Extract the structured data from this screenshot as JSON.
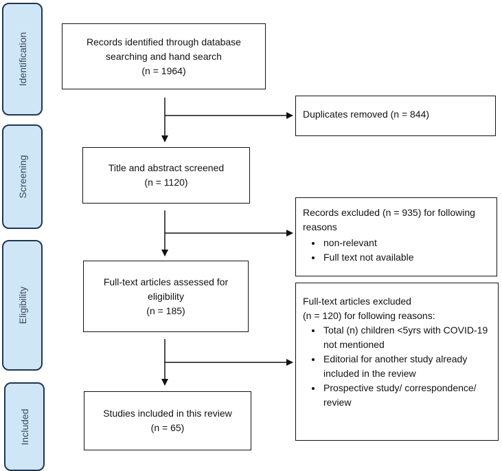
{
  "stages": [
    {
      "key": "identification",
      "label": "Identification"
    },
    {
      "key": "screening",
      "label": "Screening"
    },
    {
      "key": "eligibility",
      "label": "Eligibility"
    },
    {
      "key": "included",
      "label": "Included"
    }
  ],
  "main_boxes": {
    "identified": {
      "line1": "Records identified through database",
      "line2": "searching and hand search",
      "line3": "(n = 1964)"
    },
    "screened": {
      "line1": "Title and abstract screened",
      "line2": "(n = 1120)"
    },
    "fulltext": {
      "line1": "Full-text articles assessed for",
      "line2": "eligibility",
      "line3": "(n = 185)"
    },
    "included": {
      "line1": "Studies included in this review",
      "line2": "(n = 65)"
    }
  },
  "side_boxes": {
    "duplicates": {
      "text": "Duplicates removed (n = 844)"
    },
    "records_excluded": {
      "line1": "Records excluded (n = 935) for following",
      "line2": "reasons",
      "reasons": [
        "non-relevant",
        "Full text not available"
      ]
    },
    "fulltext_excluded": {
      "line1": "Full-text articles excluded",
      "line2": "(n = 120) for following reasons:",
      "reasons": [
        "Total (n) children <5yrs with COVID-19 not mentioned",
        "Editorial for another study already included in the review",
        "Prospective study/ correspondence/ review"
      ]
    }
  }
}
